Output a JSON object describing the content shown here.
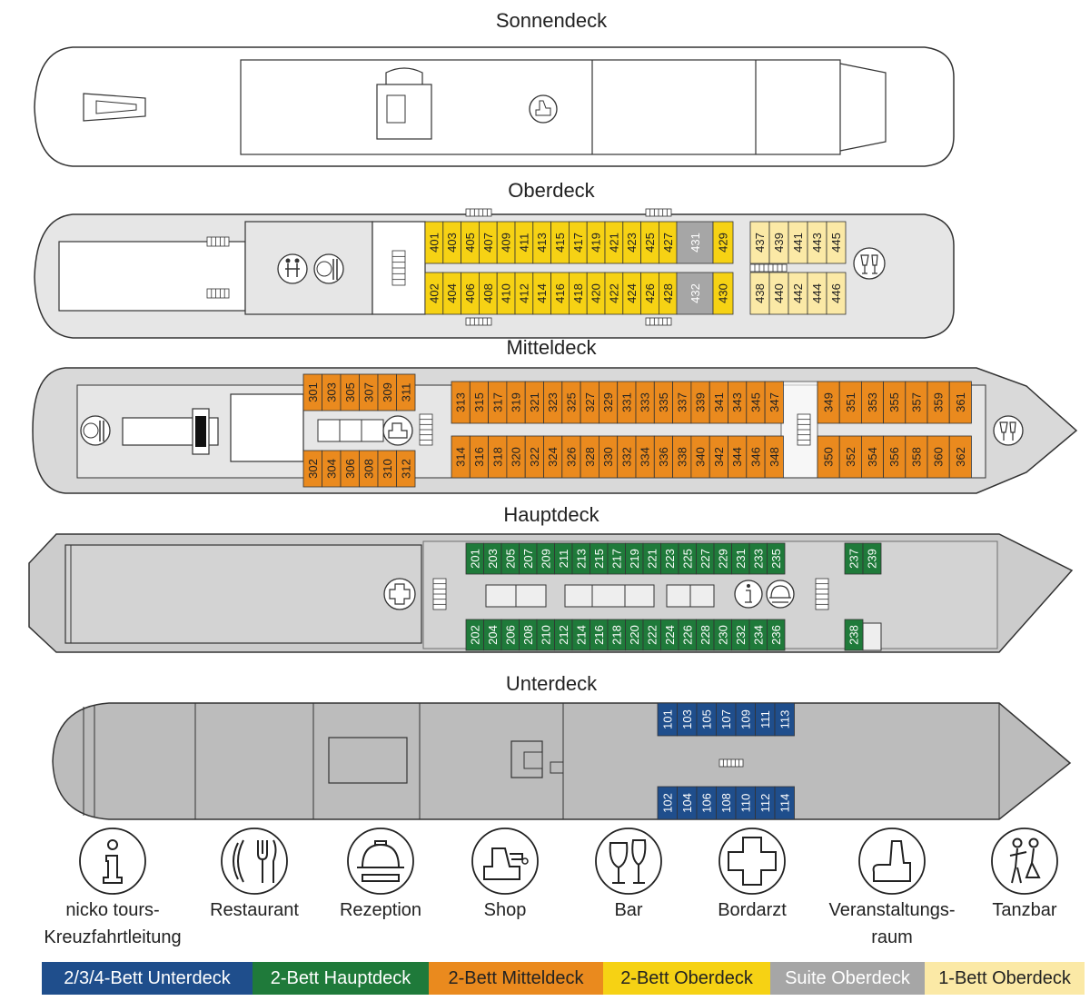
{
  "decks": {
    "sonnendeck": {
      "title": "Sonnendeck"
    },
    "oberdeck": {
      "title": "Oberdeck"
    },
    "mitteldeck": {
      "title": "Mitteldeck"
    },
    "hauptdeck": {
      "title": "Hauptdeck"
    },
    "unterdeck": {
      "title": "Unterdeck"
    }
  },
  "cabins": {
    "oberdeck_top": [
      "401",
      "403",
      "405",
      "407",
      "409",
      "411",
      "413",
      "415",
      "417",
      "419",
      "421",
      "423",
      "425",
      "427"
    ],
    "oberdeck_bottom": [
      "402",
      "404",
      "406",
      "408",
      "410",
      "412",
      "414",
      "416",
      "418",
      "420",
      "422",
      "424",
      "426",
      "428"
    ],
    "oberdeck_suites": [
      "431",
      "432"
    ],
    "oberdeck_extra": [
      "429",
      "430"
    ],
    "oberdeck_single_top": [
      "437",
      "439",
      "441",
      "443",
      "445"
    ],
    "oberdeck_single_bottom": [
      "438",
      "440",
      "442",
      "444",
      "446"
    ],
    "mitteldeck_left_top": [
      "301",
      "303",
      "305",
      "307",
      "309",
      "311"
    ],
    "mitteldeck_left_bottom": [
      "302",
      "304",
      "306",
      "308",
      "310",
      "312"
    ],
    "mitteldeck_mid_top": [
      "313",
      "315",
      "317",
      "319",
      "321",
      "323",
      "325",
      "327",
      "329",
      "331",
      "333",
      "335",
      "337",
      "339",
      "341",
      "343",
      "345",
      "347"
    ],
    "mitteldeck_mid_bottom": [
      "314",
      "316",
      "318",
      "320",
      "322",
      "324",
      "326",
      "328",
      "330",
      "332",
      "334",
      "336",
      "338",
      "340",
      "342",
      "344",
      "346",
      "348"
    ],
    "mitteldeck_right_top": [
      "349",
      "351",
      "353",
      "355",
      "357",
      "359",
      "361"
    ],
    "mitteldeck_right_bottom": [
      "350",
      "352",
      "354",
      "356",
      "358",
      "360",
      "362"
    ],
    "hauptdeck_top": [
      "201",
      "203",
      "205",
      "207",
      "209",
      "211",
      "213",
      "215",
      "217",
      "219",
      "221",
      "223",
      "225",
      "227",
      "229",
      "231",
      "233",
      "235"
    ],
    "hauptdeck_bottom": [
      "202",
      "204",
      "206",
      "208",
      "210",
      "212",
      "214",
      "216",
      "218",
      "220",
      "222",
      "224",
      "226",
      "228",
      "230",
      "232",
      "234",
      "236"
    ],
    "hauptdeck_aft_top": [
      "237",
      "239"
    ],
    "hauptdeck_aft_bottom": [
      "238"
    ],
    "unterdeck_top": [
      "101",
      "103",
      "105",
      "107",
      "109",
      "111",
      "113"
    ],
    "unterdeck_bottom": [
      "102",
      "104",
      "106",
      "108",
      "110",
      "112",
      "114"
    ]
  },
  "legend": {
    "info": "nicko tours-\nKreuzfahrtleitung",
    "restaurant": "Restaurant",
    "rezeption": "Rezeption",
    "shop": "Shop",
    "bar": "Bar",
    "bordarzt": "Bordarzt",
    "veranstaltung": "Veranstaltungs-\nraum",
    "tanzbar": "Tanzbar"
  },
  "key": {
    "unterdeck": "2/3/4-Bett Unterdeck",
    "hauptdeck": "2-Bett Hauptdeck",
    "mitteldeck": "2-Bett Mitteldeck",
    "oberdeck": "2-Bett Oberdeck",
    "suite": "Suite Oberdeck",
    "single": "1-Bett Oberdeck"
  },
  "colors": {
    "unterdeck": "#1f4e8c",
    "hauptdeck": "#1f7a3a",
    "mitteldeck": "#ea8a1e",
    "oberdeck": "#f6d214",
    "suite": "#a6a6a6",
    "single": "#fbe9a6",
    "hull_light": "#e6e6e6",
    "hull_mid": "#c9c9c9",
    "hull_dark": "#b8b8b8"
  }
}
